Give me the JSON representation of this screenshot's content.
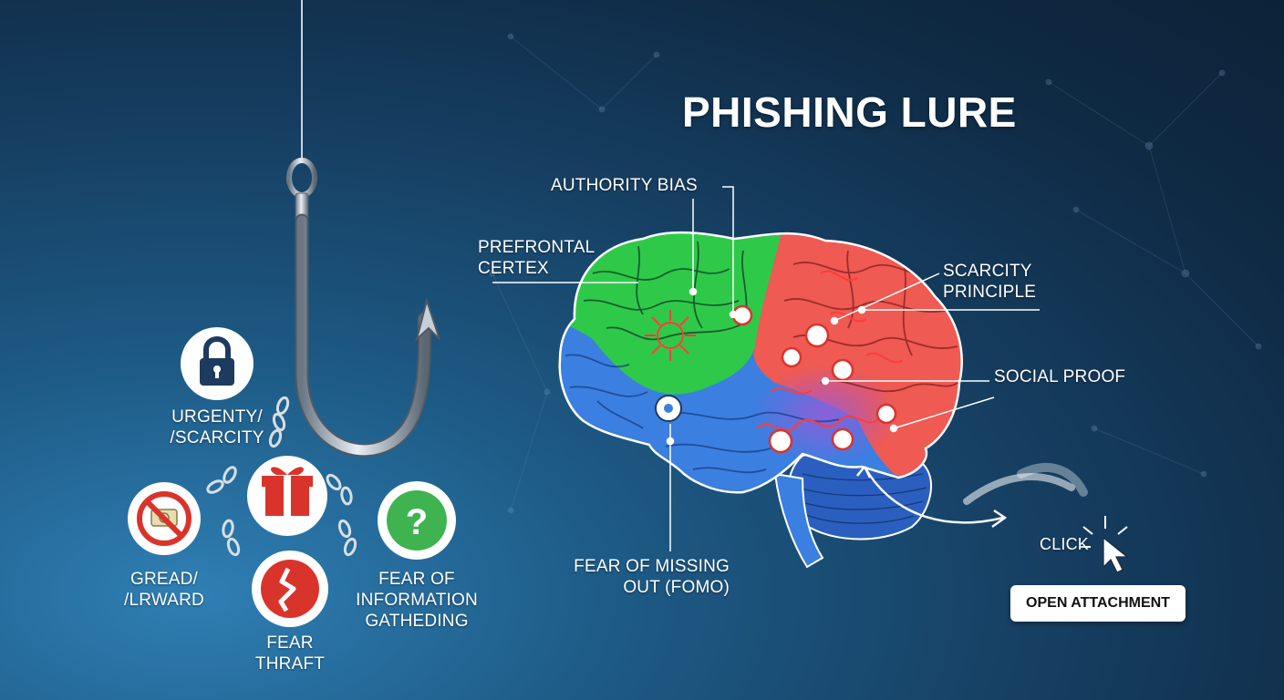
{
  "title": "PHISHING LURE",
  "brain_labels": {
    "authority_bias": "AUTHORITY BIAS",
    "prefrontal": [
      "PREFRONTAL",
      "CERTEX"
    ],
    "scarcity": [
      "SCARCITY",
      "PRINCIPLE"
    ],
    "social_proof": "SOCIAL PROOF",
    "fomo": [
      "FEAR OF MISSING",
      "OUT (FOMO)"
    ]
  },
  "tactics": {
    "urgency": [
      "URGENTY/",
      "/SCARCITY"
    ],
    "greed": [
      "GREAD/",
      "/LRWARD"
    ],
    "information": [
      "FEAR OF",
      "INFORMATION",
      "GATHEDING"
    ],
    "fear": [
      "FEAR",
      "THRAFT"
    ]
  },
  "action": {
    "click_label": "CLICK",
    "button_label": "OPEN ATTACHMENT"
  },
  "colors": {
    "frontal_lobe": "#2fc94a",
    "parietal_lobe": "#ef5a52",
    "temporal_lobe": "#3b7fe0",
    "cerebellum": "#2b5fbf",
    "icon_red": "#d9342b",
    "icon_green": "#3fb34f",
    "icon_navy": "#1d3b5e"
  },
  "icons": {
    "urgency": "padlock-icon",
    "greed": "no-money-icon",
    "reward": "gift-icon",
    "information": "question-mark-icon",
    "fear": "broken-heart-icon",
    "click": "mouse-cursor-icon"
  }
}
